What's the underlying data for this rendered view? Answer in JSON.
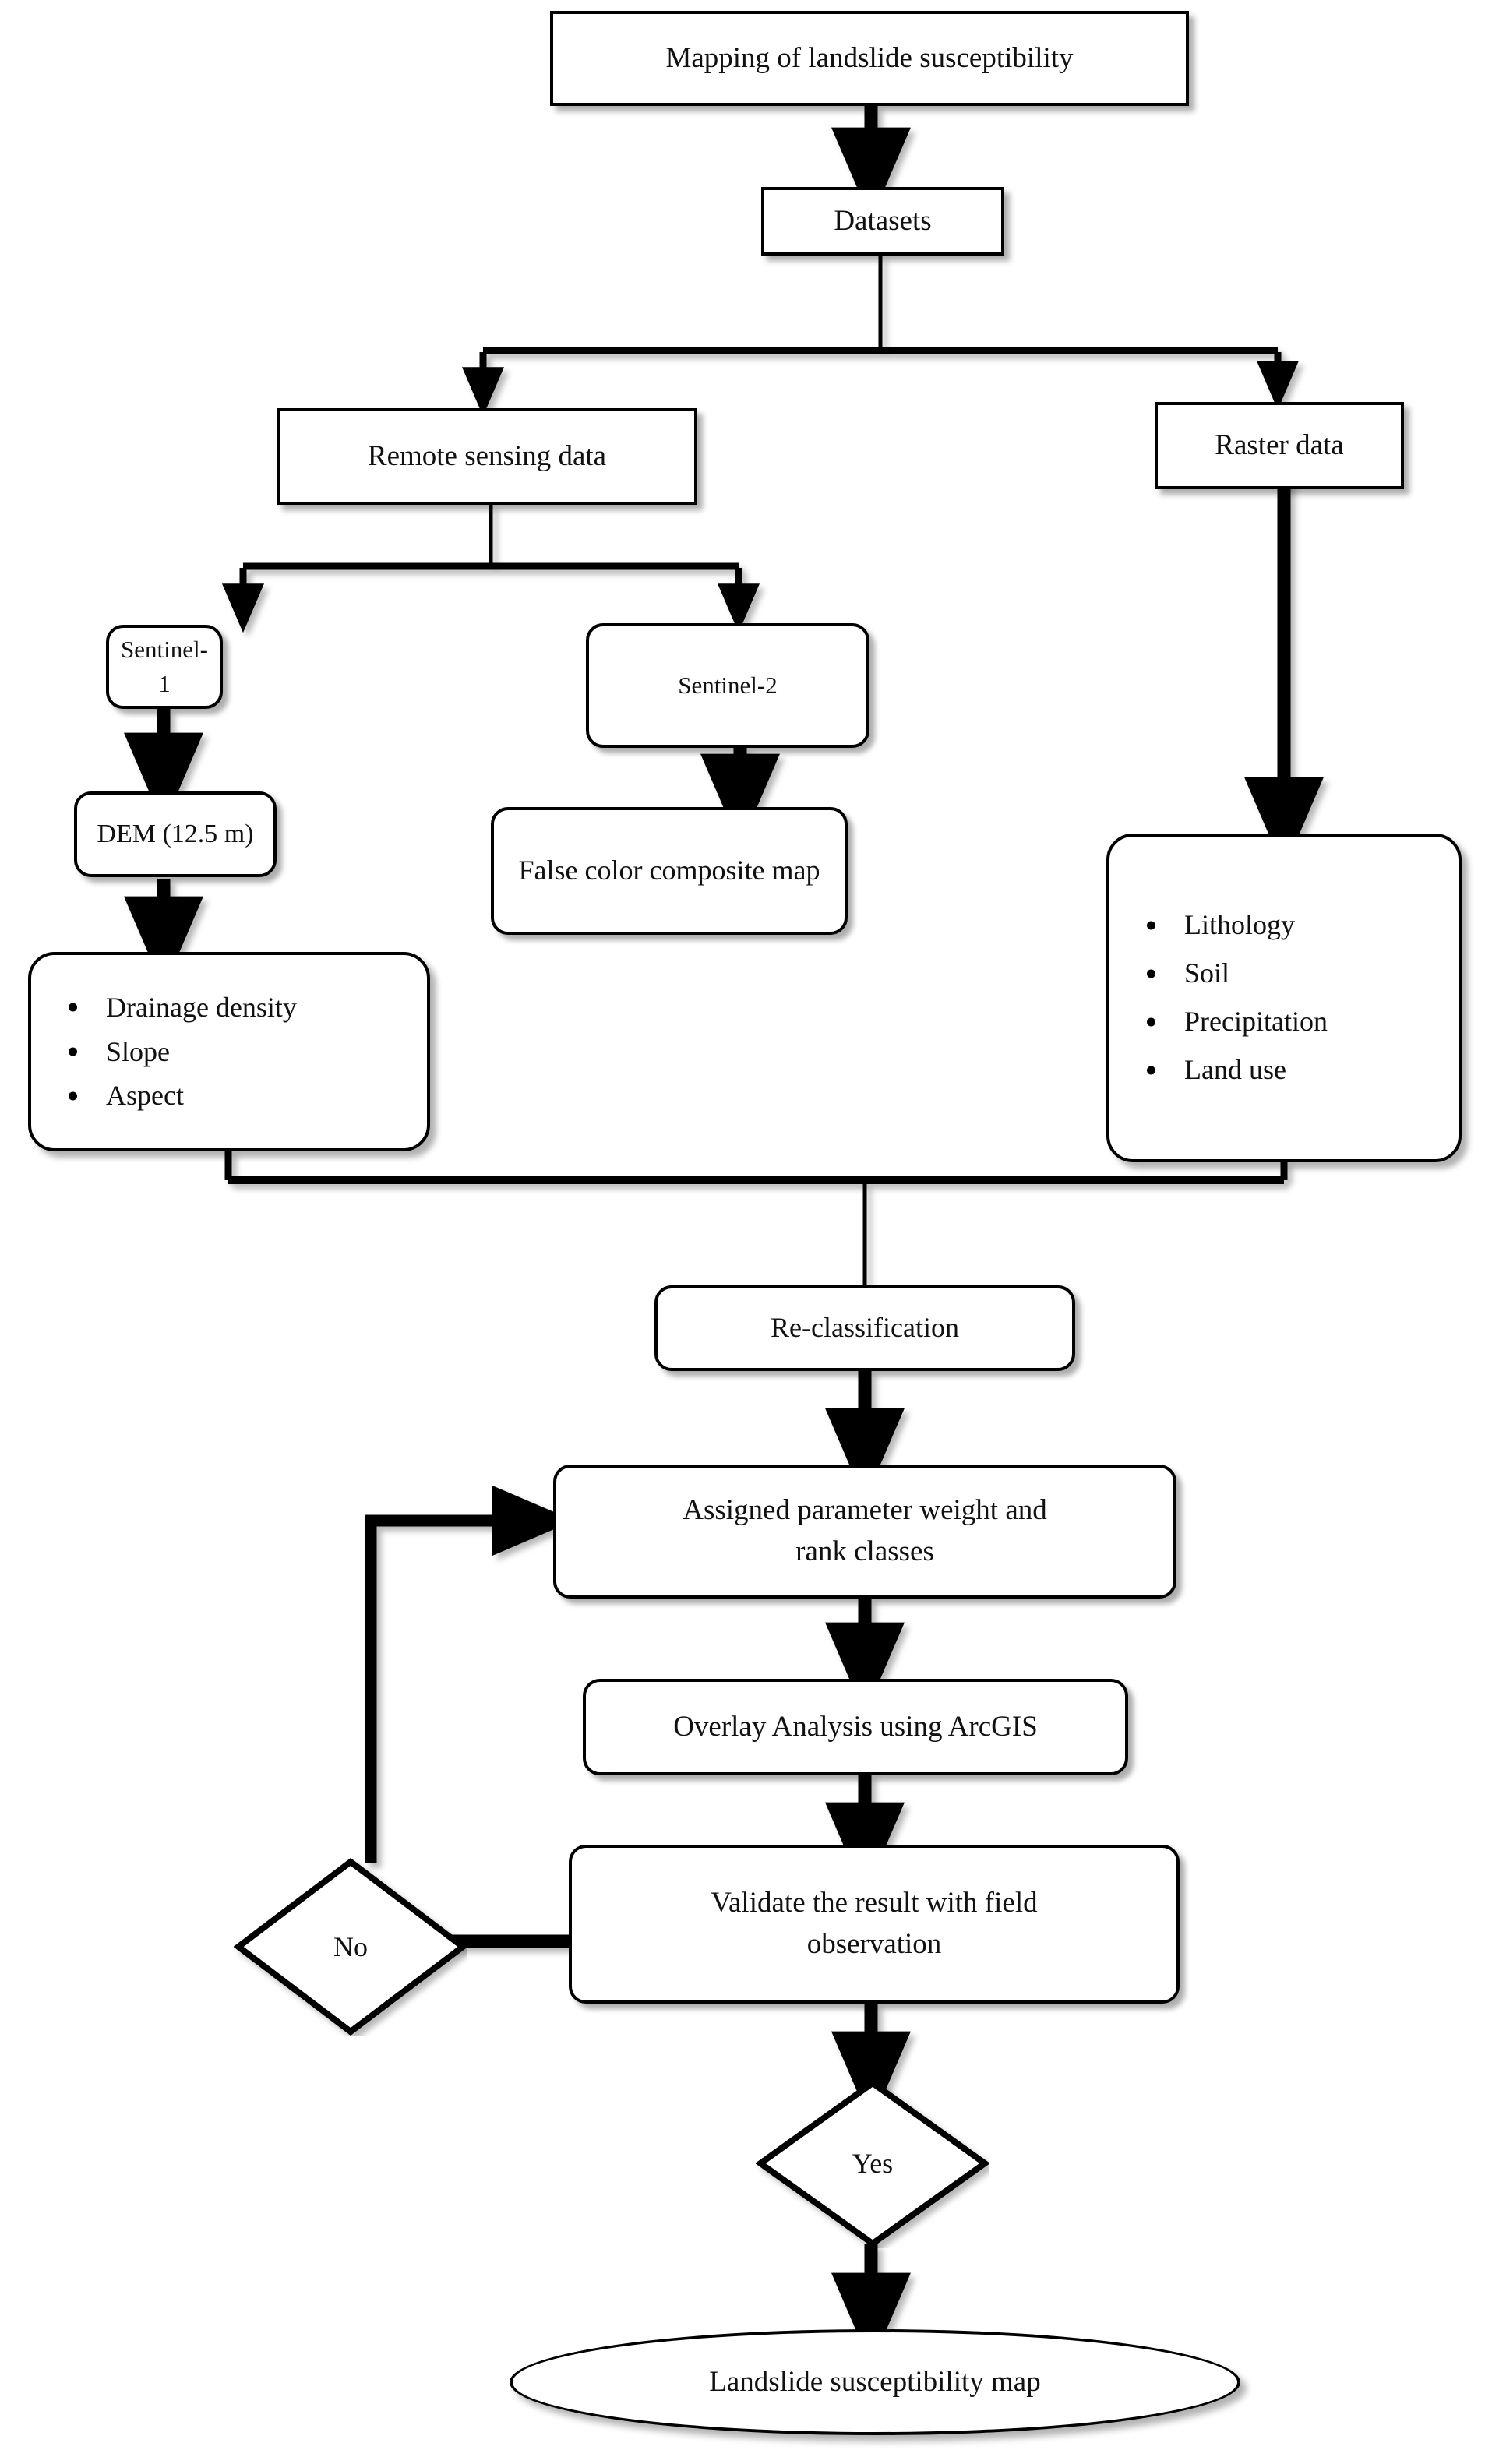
{
  "diagram": {
    "title": "Mapping of landslide susceptibility workflow",
    "type": "flowchart",
    "colors": {
      "stroke": "#000000",
      "fill": "#ffffff",
      "text": "#111111"
    },
    "nodes": {
      "title_box": {
        "label": "Mapping of landslide susceptibility",
        "shape": "rectangle"
      },
      "datasets": {
        "label": "Datasets",
        "shape": "rectangle"
      },
      "remote_sensing": {
        "label": "Remote sensing data",
        "shape": "rectangle"
      },
      "raster_data": {
        "label": "Raster data",
        "shape": "rectangle"
      },
      "sentinel_1": {
        "label": "Sentinel-1",
        "shape": "rounded-rectangle"
      },
      "sentinel_2": {
        "label": "Sentinel-2",
        "shape": "rounded-rectangle"
      },
      "dem": {
        "label": "DEM (12.5 m)",
        "shape": "rounded-rectangle"
      },
      "false_color": {
        "label": "False color composite map",
        "shape": "rounded-rectangle"
      },
      "dem_products": {
        "shape": "rounded-rectangle-list",
        "items": [
          "Drainage density",
          "Slope",
          "Aspect"
        ]
      },
      "raster_layers": {
        "shape": "rounded-rectangle-list",
        "items": [
          "Lithology",
          "Soil",
          "Precipitation",
          "Land use"
        ]
      },
      "reclassification": {
        "label": "Re-classification",
        "shape": "rounded-rectangle"
      },
      "assign_weight": {
        "label": "Assigned parameter weight and\nrank classes",
        "shape": "rounded-rectangle"
      },
      "overlay_analysis": {
        "label": "Overlay Analysis using ArcGIS",
        "shape": "rounded-rectangle"
      },
      "validate": {
        "label": "Validate the result with field\nobservation",
        "shape": "rounded-rectangle"
      },
      "decision_no": {
        "label": "No",
        "shape": "diamond"
      },
      "decision_yes": {
        "label": "Yes",
        "shape": "diamond"
      },
      "final_output": {
        "label": "Landslide susceptibility map",
        "shape": "ellipse"
      }
    },
    "edges": [
      {
        "from": "title_box",
        "to": "datasets",
        "style": "arrow-down"
      },
      {
        "from": "datasets",
        "to": "remote_sensing",
        "style": "split-arrow"
      },
      {
        "from": "datasets",
        "to": "raster_data",
        "style": "split-arrow"
      },
      {
        "from": "remote_sensing",
        "to": "sentinel_1",
        "style": "split-arrow"
      },
      {
        "from": "remote_sensing",
        "to": "sentinel_2",
        "style": "split-arrow"
      },
      {
        "from": "sentinel_1",
        "to": "dem",
        "style": "arrow-down"
      },
      {
        "from": "dem",
        "to": "dem_products",
        "style": "arrow-down"
      },
      {
        "from": "sentinel_2",
        "to": "false_color",
        "style": "arrow-down"
      },
      {
        "from": "raster_data",
        "to": "raster_layers",
        "style": "arrow-down"
      },
      {
        "from": "dem_products",
        "to": "reclassification",
        "style": "merge"
      },
      {
        "from": "raster_layers",
        "to": "reclassification",
        "style": "merge"
      },
      {
        "from": "reclassification",
        "to": "assign_weight",
        "style": "arrow-down"
      },
      {
        "from": "assign_weight",
        "to": "overlay_analysis",
        "style": "arrow-down"
      },
      {
        "from": "overlay_analysis",
        "to": "validate",
        "style": "arrow-down"
      },
      {
        "from": "validate",
        "to": "decision_no",
        "style": "arrow-left"
      },
      {
        "from": "decision_no",
        "to": "assign_weight",
        "style": "feedback-loop"
      },
      {
        "from": "validate",
        "to": "decision_yes",
        "style": "arrow-down"
      },
      {
        "from": "decision_yes",
        "to": "final_output",
        "style": "arrow-down"
      }
    ]
  }
}
